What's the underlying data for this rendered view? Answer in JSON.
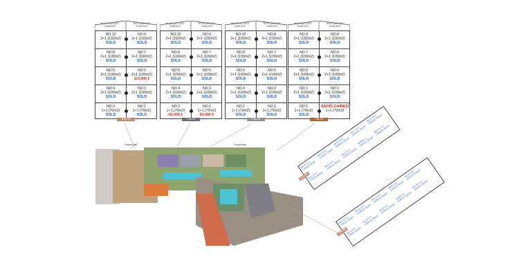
{
  "roof_labels": {
    "left": "NO:10 ÇATI KATI DUBLEKS",
    "right": "NO:9 ÇATI KATI DUBLEKS"
  },
  "roof_labels_f": {
    "left": "NO:9 ÇATI KATI DUBLEKS",
    "right": "NO:8 ÇATI KATI DUBLEKS"
  },
  "blocks": [
    {
      "tag": "B BLOK",
      "rows": [
        {
          "l": [
            "NO:10",
            "3+1 (192m2)",
            "SOLD"
          ],
          "r": [
            "NO:9",
            "3+1 (192m2)",
            "SOLD"
          ]
        },
        {
          "l": [
            "NO:8",
            "2+1 (100m2)",
            "SOLD"
          ],
          "r": [
            "NO:7",
            "2+1 (100m2)",
            "SOLD"
          ]
        },
        {
          "l": [
            "NO:6",
            "2+1 (100m2)",
            "SOLD"
          ],
          "r": [
            "NO:5",
            "2+1 (100m2)",
            "114.000 €"
          ]
        },
        {
          "l": [
            "NO:4",
            "2+1 (100m2)",
            "SOLD"
          ],
          "r": [
            "NO:3",
            "2+1 (100m2)",
            "SOLD"
          ]
        },
        {
          "l": [
            "NO:2",
            "1+1 (70m2)",
            "SOLD"
          ],
          "r": [
            "NO:1",
            "1+1 (70m2)",
            "SOLD"
          ]
        }
      ]
    },
    {
      "tag": "C BLOK",
      "rows": [
        {
          "l": [
            "NO:10",
            "3+1 (192m2)",
            "SOLD"
          ],
          "r": [
            "NO:9",
            "3+1 (192m2)",
            "SOLD"
          ]
        },
        {
          "l": [
            "NO:8",
            "2+1 (100m2)",
            "SOLD"
          ],
          "r": [
            "NO:7",
            "2+1 (100m2)",
            "SOLD"
          ]
        },
        {
          "l": [
            "NO:6",
            "2+1 (100m2)",
            "SOLD"
          ],
          "r": [
            "NO:5",
            "2+1 (100m2)",
            "SOLD"
          ]
        },
        {
          "l": [
            "NO:4",
            "2+1 (100m2)",
            "SOLD"
          ],
          "r": [
            "NO:3",
            "2+1 (100m2)",
            "SOLD"
          ]
        },
        {
          "l": [
            "NO:2",
            "1+1 (70m2)",
            "82.000 €"
          ],
          "r": [
            "NO:1",
            "1+1 (70m2)",
            "82.000 €"
          ]
        }
      ]
    },
    {
      "tag": "D BLOK",
      "rows": [
        {
          "l": [
            "NO:10",
            "3+1 (192m2)",
            "SOLD"
          ],
          "r": [
            "NO:9",
            "3+1 (192m2)",
            "SOLD"
          ]
        },
        {
          "l": [
            "NO:8",
            "2+1 (100m2)",
            "SOLD"
          ],
          "r": [
            "NO:7",
            "2+1 (100m2)",
            "SOLD"
          ]
        },
        {
          "l": [
            "NO:6",
            "2+1 (100m2)",
            "SOLD"
          ],
          "r": [
            "NO:5",
            "2+1 (100m2)",
            "SOLD"
          ]
        },
        {
          "l": [
            "NO:4",
            "2+1 (100m2)",
            "SOLD"
          ],
          "r": [
            "NO:3",
            "2+1 (100m2)",
            "SOLD"
          ]
        },
        {
          "l": [
            "NO:2",
            "1+1 (70m2)",
            "SOLD"
          ],
          "r": [
            "NO:1",
            "1+1 (70m2)",
            "SOLD"
          ]
        }
      ]
    },
    {
      "tag": "F BLOK",
      "rows": [
        {
          "l": [
            "NO:9",
            "3+1 (192m2)",
            "SOLD"
          ],
          "r": [
            "NO:8",
            "3+1 (192m2)",
            "SOLD"
          ]
        },
        {
          "l": [
            "NO:7",
            "2+1 (100m2)",
            "SOLD"
          ],
          "r": [
            "NO:6",
            "2+1 (100m2)",
            "SOLD"
          ]
        },
        {
          "l": [
            "NO:5",
            "2+1 (100m2)",
            "SOLD"
          ],
          "r": [
            "NO:4",
            "2+1 (100m2)",
            "SOLD"
          ]
        },
        {
          "l": [
            "NO:3",
            "2+1 (100m2)",
            "SOLD"
          ],
          "r": [
            "NO:2",
            "2+1 (100m2)",
            "SOLD"
          ]
        },
        {
          "l": [
            "NO:1",
            "1+1 (70m2)",
            "SOLD"
          ],
          "r": [
            "SAPIĞI DAİRESİ",
            "1+1 (70m2)",
            ""
          ]
        }
      ]
    }
  ],
  "rotated_blocks": [
    {
      "tag": "E BLOK",
      "rows": [
        "NO:1 1+1 (70m2) SOLD",
        "NO:3 2+1 (100m2) SOLD",
        "NO:5 2+1 (100m2) SOLD",
        "NO:7 2+1 (100m2) SOLD",
        "NO:9 3+1 (192m2) SOLD",
        "NO:2 1+1 (70m2) SOLD",
        "NO:4 2+1 (100m2) SOLD",
        "NO:6 2+1 (100m2) SOLD",
        "NO:8 2+1 (100m2) SOLD",
        "NO:10 3+1 (192m2) SOLD"
      ]
    },
    {
      "tag": "G BLOK",
      "rows": [
        "NO:1 1+1 (70m2) SOLD",
        "NO:3 2+1 (100m2) SOLD",
        "NO:5 2+1 (100m2) SOLD",
        "NO:7 2+1 (100m2) SOLD",
        "NO:9 3+1 (192m2) SOLD",
        "NO:2 1+1 (70m2) SOLD",
        "NO:4 2+1 (100m2) SOLD",
        "NO:6 2+1 (100m2) SOLD",
        "NO:8 2+1 (100m2) SOLD",
        "NO:10 3+1 (192m2) SOLD"
      ]
    }
  ],
  "site_labels": {
    "a": "Sosyal Alan",
    "b": "Sosyal Alan"
  },
  "colors": {
    "sold": "#1f5fb8",
    "price": "#d9261c",
    "tag_b": "#b98f79",
    "tag_c": "#6b6e75",
    "tag_d": "#8f9093",
    "tag_f": "#a56a3c"
  }
}
